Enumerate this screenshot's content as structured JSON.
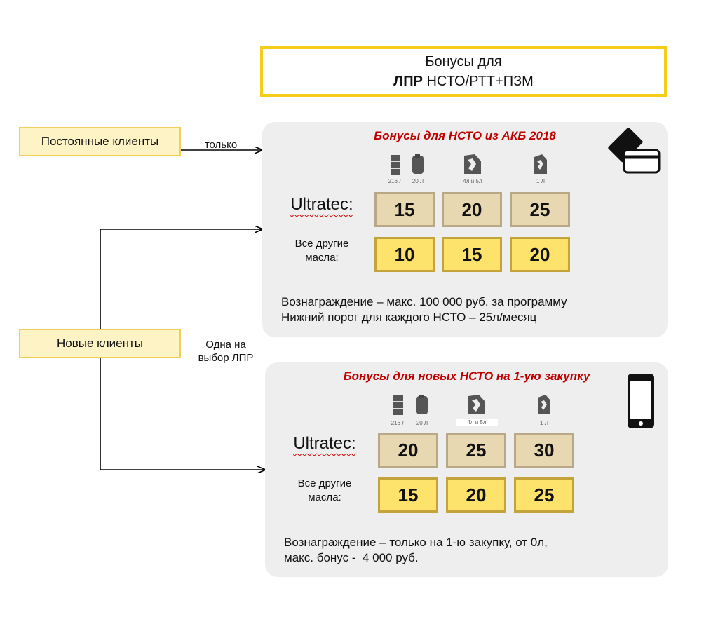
{
  "title": {
    "line1": "Бонусы для",
    "line2_bold": "ЛПР",
    "line2_rest": " НСТО/РТТ+ПЗМ"
  },
  "left": {
    "regular_clients": "Постоянные клиенты",
    "new_clients": "Новые клиенты",
    "only": "только",
    "choice": "Одна на\nвыбор ЛПР"
  },
  "panel1": {
    "title": "Бонусы для НСТО из АКБ 2018",
    "pack_labels": [
      "216 Л",
      "20 Л",
      "4л и 5л",
      "1 Л"
    ],
    "ultratec_label": "Ultratec:",
    "other_label": "Все другие\nмасла:",
    "ultratec_values": [
      "15",
      "20",
      "25"
    ],
    "other_values": [
      "10",
      "15",
      "20"
    ],
    "note_line1": "Вознаграждение – макс. 100 000 руб. за программу",
    "note_line2": "Нижний порог для каждого НСТО – 25л/месяц"
  },
  "panel2": {
    "title_parts": [
      "Бонусы для ",
      "новых",
      " НСТО ",
      "на 1-ую закупку"
    ],
    "pack_labels": [
      "216 Л",
      "20 Л",
      "4л и 5л",
      "1 Л"
    ],
    "ultratec_label": "Ultratec:",
    "other_label": "Все другие\nмасла:",
    "ultratec_values": [
      "20",
      "25",
      "30"
    ],
    "other_values": [
      "15",
      "20",
      "25"
    ],
    "note_line1": "Вознаграждение – только на 1-ю закупку, от  0л,",
    "note_line2": "макс. бонус -  4 000 руб."
  },
  "icons": {
    "panel1": "card-icon",
    "panel2": "smartphone-icon"
  },
  "colors": {
    "title_border": "#f5cc17",
    "panel_title": "#c00000",
    "beige_cell": "#e8d8b1",
    "yellow_cell": "#fde36b"
  }
}
